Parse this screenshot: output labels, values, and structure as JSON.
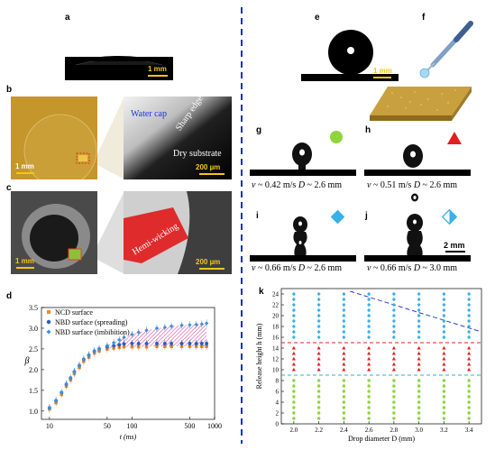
{
  "panels": {
    "a": {
      "letter": "a",
      "scale": "1 mm"
    },
    "b": {
      "letter": "b",
      "scale_left": "1 mm",
      "label_cap": "Water cap",
      "label_edge": "Sharp edge",
      "label_dry": "Dry substrate",
      "scale_right": "200 µm"
    },
    "c": {
      "letter": "c",
      "scale_left": "1 mm",
      "label_wick": "Hemi-wicking",
      "scale_right": "200 µm"
    },
    "d": {
      "letter": "d"
    },
    "e": {
      "letter": "e",
      "scale": "1 mm"
    },
    "f": {
      "letter": "f"
    },
    "g": {
      "letter": "g",
      "v": "~ 0.42 m/s",
      "D": "~ 2.6 mm"
    },
    "h": {
      "letter": "h",
      "v": "~ 0.51 m/s",
      "D": "~ 2.6 mm"
    },
    "i": {
      "letter": "i",
      "v": "~ 0.66 m/s",
      "D": "~ 2.6 mm"
    },
    "j": {
      "letter": "j",
      "v": "~ 0.66 m/s",
      "D": "~ 3.0 mm",
      "scale": "2 mm"
    },
    "k": {
      "letter": "k"
    },
    "symbols": {
      "v": "v",
      "D": "D"
    }
  },
  "chart_data": [
    {
      "type": "scatter",
      "panel": "d",
      "xlabel": "t (ms)",
      "ylabel": "β",
      "x_scale": "log",
      "xlim": [
        8,
        1000
      ],
      "ylim": [
        0.8,
        3.5
      ],
      "x_ticks": [
        "10",
        "50",
        "100",
        "500",
        "1000"
      ],
      "y_ticks": [
        "1.0",
        "1.5",
        "2.0",
        "2.5",
        "3.0",
        "3.5"
      ],
      "legend_position": "top-left",
      "series": [
        {
          "name": "NCD surface",
          "color": "#f08a24",
          "marker": "square",
          "x": [
            10,
            12,
            14,
            16,
            18,
            20,
            23,
            26,
            30,
            35,
            40,
            50,
            60,
            70,
            80,
            100,
            120,
            150,
            200,
            250,
            300,
            400,
            500,
            600,
            700,
            800
          ],
          "y": [
            1.05,
            1.2,
            1.4,
            1.6,
            1.75,
            1.9,
            2.05,
            2.2,
            2.3,
            2.4,
            2.45,
            2.5,
            2.52,
            2.54,
            2.55,
            2.55,
            2.55,
            2.55,
            2.56,
            2.56,
            2.56,
            2.56,
            2.56,
            2.56,
            2.56,
            2.56
          ]
        },
        {
          "name": "NBD surface (spreading)",
          "color": "#1f5fbf",
          "marker": "circle",
          "x": [
            10,
            12,
            14,
            16,
            18,
            20,
            23,
            26,
            30,
            35,
            40,
            50,
            60,
            70,
            80,
            100,
            120,
            150,
            200,
            250,
            300,
            400,
            500,
            600,
            700,
            800
          ],
          "y": [
            1.08,
            1.25,
            1.45,
            1.65,
            1.8,
            1.95,
            2.1,
            2.25,
            2.35,
            2.45,
            2.5,
            2.55,
            2.58,
            2.6,
            2.62,
            2.63,
            2.63,
            2.63,
            2.63,
            2.63,
            2.63,
            2.63,
            2.63,
            2.63,
            2.63,
            2.63
          ]
        },
        {
          "name": "NBD surface (imbibition)",
          "color": "#3f8fd8",
          "marker": "triangle",
          "x": [
            10,
            12,
            14,
            16,
            18,
            20,
            23,
            26,
            30,
            35,
            40,
            50,
            60,
            70,
            80,
            100,
            120,
            150,
            200,
            250,
            300,
            400,
            500,
            600,
            700,
            800
          ],
          "y": [
            1.08,
            1.25,
            1.45,
            1.65,
            1.8,
            1.95,
            2.1,
            2.25,
            2.35,
            2.45,
            2.5,
            2.58,
            2.65,
            2.72,
            2.78,
            2.85,
            2.9,
            2.95,
            3.0,
            3.02,
            3.05,
            3.07,
            3.08,
            3.09,
            3.1,
            3.12
          ]
        }
      ]
    },
    {
      "type": "scatter",
      "panel": "k",
      "xlabel": "Drop diameter D (mm)",
      "ylabel": "Release height h (mm)",
      "xlim": [
        1.9,
        3.5
      ],
      "ylim": [
        0,
        25
      ],
      "x_ticks": [
        "2.0",
        "2.2",
        "2.4",
        "2.6",
        "2.8",
        "3.0",
        "3.2",
        "3.4"
      ],
      "y_ticks": [
        "0",
        "2",
        "4",
        "6",
        "8",
        "10",
        "12",
        "14",
        "16",
        "18",
        "20",
        "22",
        "24"
      ],
      "thresholds": [
        {
          "y": 9.0,
          "color": "#2bb3c0"
        },
        {
          "y": 15.0,
          "color": "#e02020"
        }
      ],
      "boundary_line": {
        "x": [
          2.45,
          3.5
        ],
        "y": [
          24.5,
          17.0
        ],
        "color": "#2b3ccf"
      },
      "series": [
        {
          "marker": "circle",
          "color": "#8fd43a",
          "x_values": [
            2.0,
            2.2,
            2.4,
            2.6,
            2.8,
            3.0,
            3.2,
            3.4
          ],
          "y_values": [
            1,
            2,
            3,
            4,
            5,
            6,
            7,
            8
          ]
        },
        {
          "marker": "triangle",
          "color": "#e02020",
          "x_values": [
            2.0,
            2.2,
            2.4,
            2.6,
            2.8,
            3.0,
            3.2,
            3.4
          ],
          "y_values": [
            10,
            11,
            12,
            13,
            14
          ]
        },
        {
          "marker": "diamond",
          "color": "#38b0e8",
          "x_values": [
            2.0,
            2.2,
            2.4,
            2.6,
            2.8,
            3.0,
            3.2,
            3.4
          ],
          "y_values": [
            16,
            17,
            18,
            19,
            20,
            21,
            22,
            23,
            24
          ]
        }
      ]
    }
  ]
}
